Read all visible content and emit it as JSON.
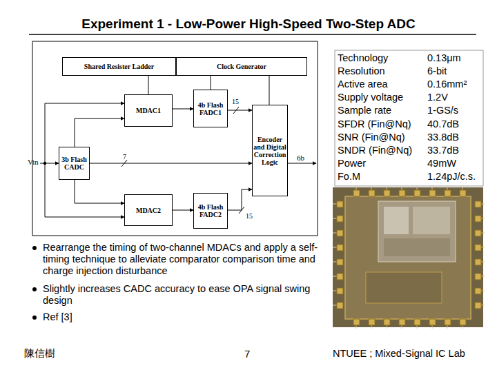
{
  "diagram": {
    "title": "Experiment 1 - Low-Power High-Speed Two-Step ADC",
    "nodes": [
      {
        "text": [
          "Shared Resister Ladder"
        ]
      },
      {
        "text": [
          "Clock Generator"
        ]
      },
      {
        "text": [
          "MDAC1"
        ]
      },
      {
        "text": [
          "4b Flash FADC1"
        ]
      },
      {
        "text": [
          "3b Flash CADC"
        ]
      },
      {
        "text": [
          "Encoder and Digital Correction Logic"
        ]
      },
      {
        "text": [
          "MDAC2"
        ]
      },
      {
        "text": [
          "4b Flash FADC2"
        ]
      }
    ],
    "edges": [
      {
        "from": 2,
        "to": 3,
        "arrow": "to"
      },
      {
        "from": 6,
        "to": 7,
        "arrow": "to"
      },
      {
        "from": 3,
        "to": 5,
        "label": "15",
        "arrow": "to"
      },
      {
        "from": 7,
        "to": 5,
        "label": "15",
        "arrow": "to"
      },
      {
        "from": 4,
        "to": 5,
        "label": "7",
        "arrow": "to"
      },
      {
        "from": 4,
        "to": 2,
        "arrow": "to"
      },
      {
        "from": 4,
        "to": 6,
        "arrow": "to"
      }
    ],
    "labels": [
      "Vin",
      "6b",
      "Technology",
      "0.13μm",
      "Resolution",
      "6-bit",
      "Active area",
      "0.16mm²",
      "Supply voltage",
      "1.2V",
      "Sample rate",
      "1-GS/s",
      "SFDR (Fin@Nq)",
      "40.7dB",
      "SNR (Fin@Nq)",
      "33.8dB",
      "SNDR (Fin@Nq)",
      "33.7dB",
      "Power",
      "49mW",
      "Fo.M",
      "1.24pJ/c.s.",
      "Rearrange the timing of two-channel MDACs and apply a self-timing technique to alleviate comparator comparison time and charge injection disturbance",
      "Slightly increases CADC accuracy to ease OPA signal swing design",
      "Ref [3]",
      "陳信樹",
      "7",
      "NTUEE ; Mixed-Signal IC Lab"
    ]
  }
}
